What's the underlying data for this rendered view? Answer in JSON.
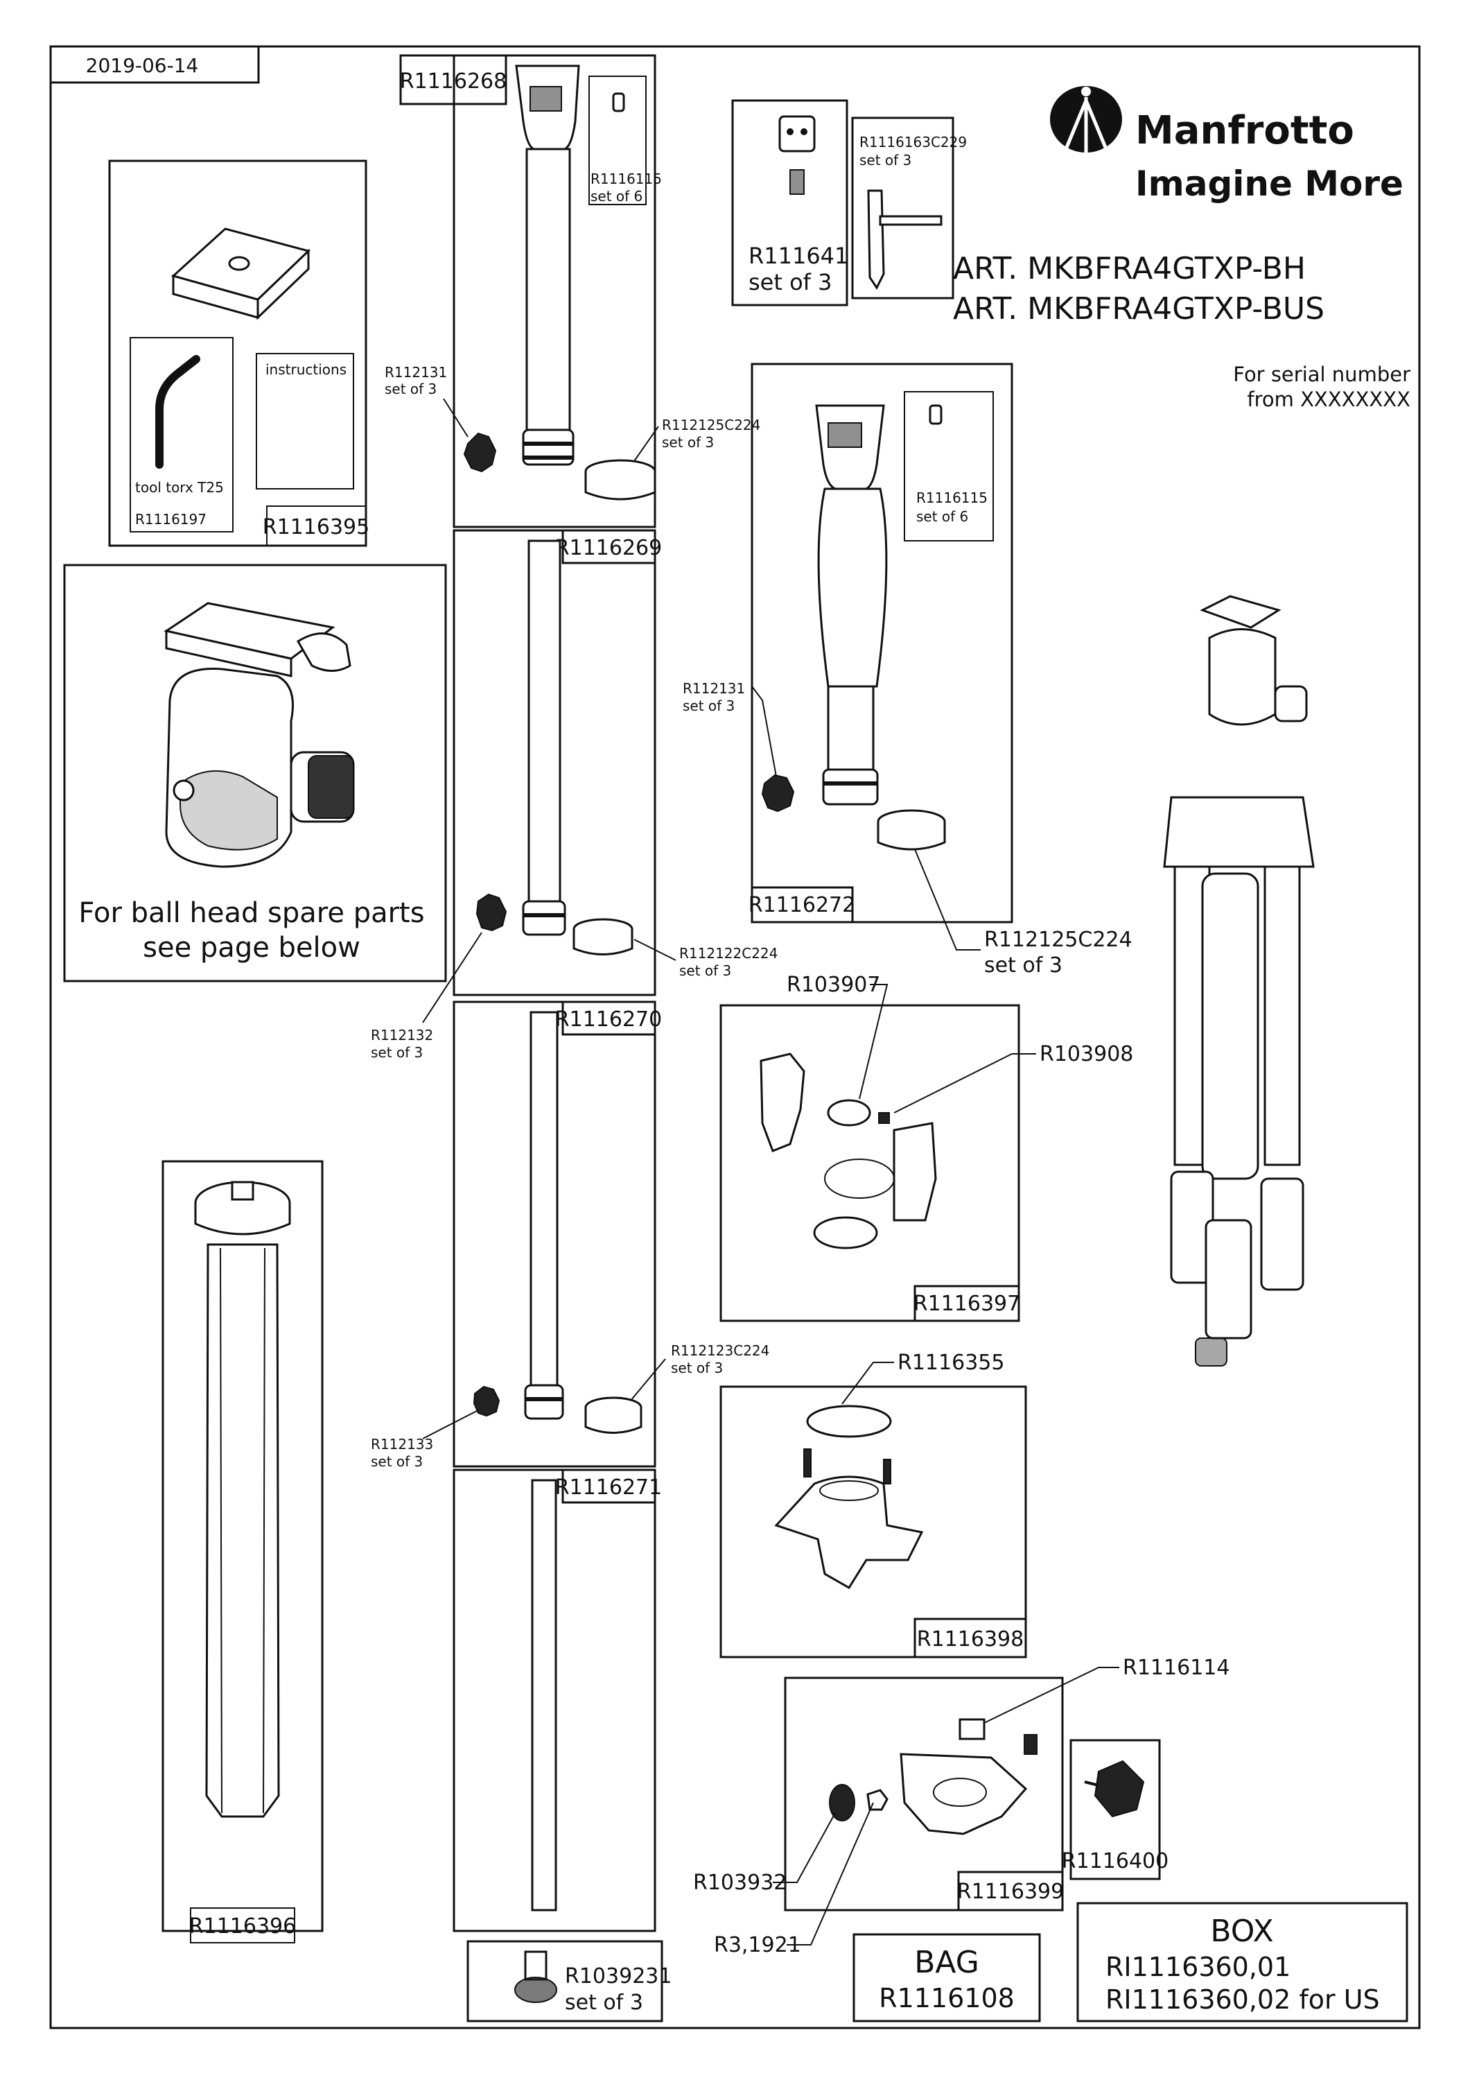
{
  "date": "2019-06-14",
  "brand": {
    "logo_text": "Manfrotto",
    "tagline": "Imagine More"
  },
  "articles": [
    "ART. MKBFRA4GTXP-BH",
    "ART. MKBFRA4GTXP-BUS"
  ],
  "serial": {
    "line1": "For serial number",
    "line2": "from XXXXXXXX"
  },
  "kits": {
    "r1116395": {
      "code": "R1116395",
      "tool": "tool torx T25",
      "tool_code": "R1116197",
      "instructions": "instructions"
    },
    "ballhead": {
      "line1": "For ball head spare parts",
      "line2": "see page below"
    },
    "r1116268": {
      "code": "R1116268",
      "sub_code": "R1116115",
      "sub_qty": "set of 6"
    },
    "r1116269": {
      "code": "R1116269"
    },
    "r1116270": {
      "code": "R1116270"
    },
    "r1116271": {
      "code": "R1116271"
    },
    "r1116396": {
      "code": "R1116396"
    },
    "r1039231": {
      "code": "R1039231",
      "qty": "set of 3"
    },
    "r111641": {
      "code": "R111641",
      "qty": "set of 3"
    },
    "r1116163": {
      "code": "R1116163C229",
      "qty": "set of 3"
    },
    "r1116272": {
      "code": "R1116272",
      "sub_code": "R1116115",
      "sub_qty": "set of 6"
    },
    "r1116397": {
      "code": "R1116397"
    },
    "r1116398": {
      "code": "R1116398"
    },
    "r1116399": {
      "code": "R1116399"
    },
    "r1116400": {
      "code": "R1116400"
    }
  },
  "callouts": {
    "r112131_a": {
      "code": "R112131",
      "qty": "set of 3"
    },
    "r112125_a": {
      "code": "R112125C224",
      "qty": "set of 3"
    },
    "r112132": {
      "code": "R112132",
      "qty": "set of 3"
    },
    "r112122": {
      "code": "R112122C224",
      "qty": "set of 3"
    },
    "r112133": {
      "code": "R112133",
      "qty": "set of 3"
    },
    "r112123": {
      "code": "R112123C224",
      "qty": "set of 3"
    },
    "r112131_b": {
      "code": "R112131",
      "qty": "set of 3"
    },
    "r112125_b": {
      "code": "R112125C224",
      "qty": "set of 3"
    },
    "r103907": {
      "code": "R103907"
    },
    "r103908": {
      "code": "R103908"
    },
    "r1116355": {
      "code": "R1116355"
    },
    "r1116114": {
      "code": "R1116114"
    },
    "r103932": {
      "code": "R103932"
    },
    "r31921": {
      "code": "R3,1921"
    }
  },
  "bag": {
    "title": "BAG",
    "code": "R1116108"
  },
  "boxinfo": {
    "title": "BOX",
    "line1": "RI1116360,01",
    "line2": "RI1116360,02 for US"
  }
}
